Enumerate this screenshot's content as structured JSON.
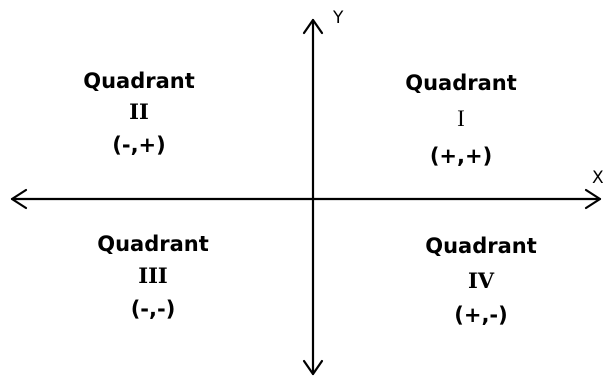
{
  "axes": {
    "x_label": "X",
    "y_label": "Y"
  },
  "quadrants": [
    {
      "id": "q1",
      "title": "Quadrant",
      "numeral": "I",
      "signs": "(+,+)"
    },
    {
      "id": "q2",
      "title": "Quadrant",
      "numeral": "II",
      "signs": "(-,+)"
    },
    {
      "id": "q3",
      "title": "Quadrant",
      "numeral": "III",
      "signs": "(-,-)"
    },
    {
      "id": "q4",
      "title": "Quadrant",
      "numeral": "IV",
      "signs": "(+,-)"
    }
  ],
  "colors": {
    "line": "#000000",
    "background": "#ffffff"
  }
}
